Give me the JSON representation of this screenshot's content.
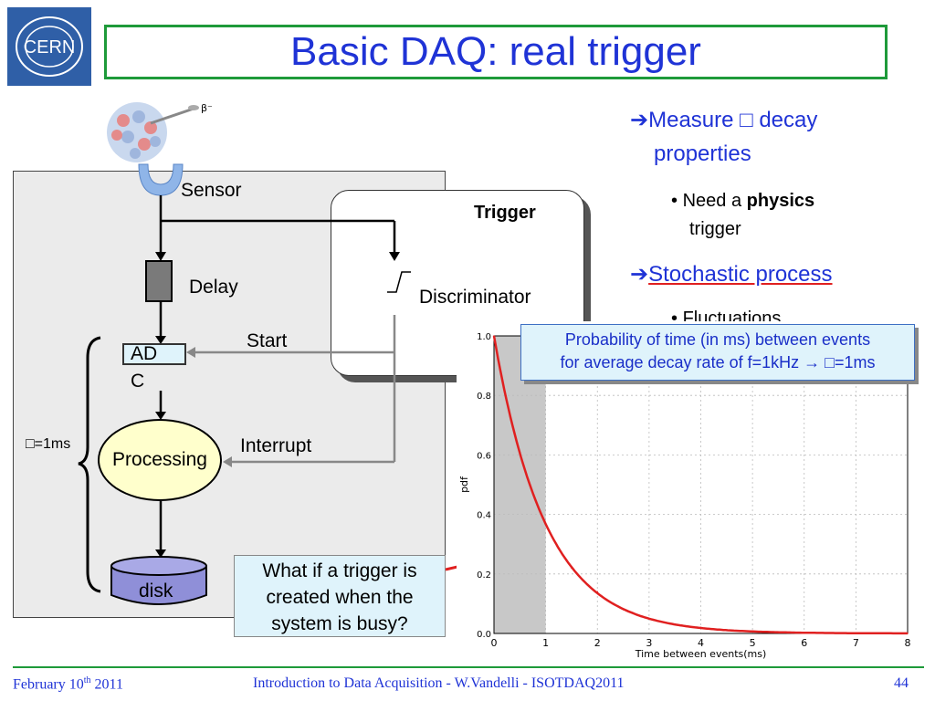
{
  "logo": {
    "text": "CERN"
  },
  "title": "Basic DAQ: real trigger",
  "diagram": {
    "beta_label": "β⁻",
    "sensor": "Sensor",
    "delay": "Delay",
    "adc_line1": "AD",
    "adc_line2": "C",
    "start": "Start",
    "interrupt": "Interrupt",
    "processing": "Processing",
    "disk": "disk",
    "tau": "□=1ms",
    "trigger_title": "Trigger",
    "discriminator": "Discriminator"
  },
  "question": "What if a trigger is created when the system is busy?",
  "probability_box": {
    "line1": "Probability of time (in ms) between events",
    "line2": "for average decay rate of f=1kHz → □=1ms"
  },
  "bullets": {
    "measure_a": "Measure □ decay",
    "measure_b": "properties",
    "need_a": "Need a ",
    "need_bold": "physics",
    "need_c": "trigger",
    "stochastic": "Stochastic process",
    "fluct": "Fluctuations"
  },
  "chart_data": {
    "type": "line",
    "title": "",
    "xlabel": "Time between events(ms)",
    "ylabel": "pdf",
    "xlim": [
      0,
      8
    ],
    "ylim": [
      0,
      1.0
    ],
    "x_ticks": [
      0,
      1,
      2,
      3,
      4,
      5,
      6,
      7,
      8
    ],
    "y_ticks": [
      "0.0",
      "0.2",
      "0.4",
      "0.6",
      "0.8",
      "1.0"
    ],
    "curve": "exp(-x)",
    "shaded_x_range": [
      0,
      1
    ],
    "x": [
      0,
      0.25,
      0.5,
      0.75,
      1,
      1.5,
      2,
      2.5,
      3,
      3.5,
      4,
      5,
      6,
      7,
      8
    ],
    "y": [
      1.0,
      0.78,
      0.61,
      0.47,
      0.37,
      0.22,
      0.14,
      0.08,
      0.05,
      0.03,
      0.02,
      0.007,
      0.002,
      0.001,
      0.0003
    ],
    "grid": true,
    "line_color": "#e02020"
  },
  "footer": {
    "date_prefix": "February 10",
    "date_sup": "th",
    "date_suffix": " 2011",
    "center": "Introduction to Data Acquisition - W.Vandelli - ISOTDAQ2011",
    "page": "44"
  },
  "colors": {
    "title": "#1f33d6",
    "frame": "#1e9a3a",
    "curve": "#e02020"
  }
}
